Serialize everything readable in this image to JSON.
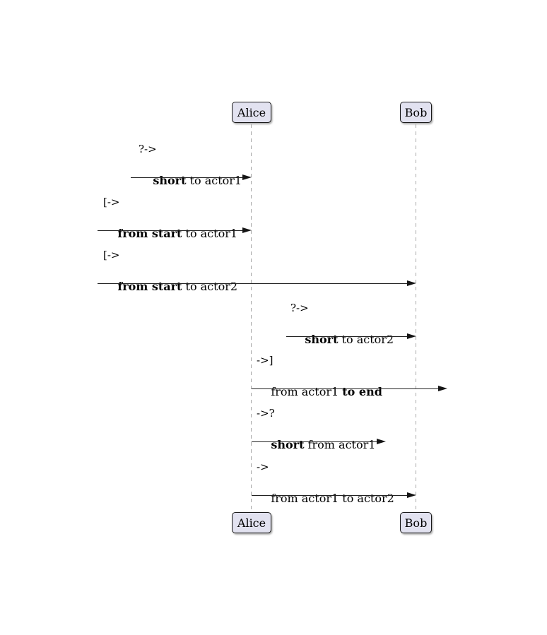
{
  "diagram": {
    "type": "sequence-diagram",
    "actors": [
      {
        "id": "actor1",
        "name": "Alice"
      },
      {
        "id": "actor2",
        "name": "Bob"
      }
    ],
    "messages": [
      {
        "prefix": "?->",
        "segments": [
          {
            "text": "short",
            "bold": true
          },
          {
            "text": " to actor1",
            "bold": false
          }
        ],
        "from": "offscreen-short",
        "to": "actor1"
      },
      {
        "prefix": "[->",
        "segments": [
          {
            "text": "from start",
            "bold": true
          },
          {
            "text": " to actor1",
            "bold": false
          }
        ],
        "from": "start",
        "to": "actor1"
      },
      {
        "prefix": "[->",
        "segments": [
          {
            "text": "from start",
            "bold": true
          },
          {
            "text": " to actor2",
            "bold": false
          }
        ],
        "from": "start",
        "to": "actor2"
      },
      {
        "prefix": "?->",
        "segments": [
          {
            "text": "short",
            "bold": true
          },
          {
            "text": " to actor2",
            "bold": false
          }
        ],
        "from": "offscreen-short",
        "to": "actor2"
      },
      {
        "prefix": "->]",
        "segments": [
          {
            "text": "from actor1 ",
            "bold": false
          },
          {
            "text": "to end",
            "bold": true
          }
        ],
        "from": "actor1",
        "to": "end"
      },
      {
        "prefix": "->?",
        "segments": [
          {
            "text": "short",
            "bold": true
          },
          {
            "text": " from actor1",
            "bold": false
          }
        ],
        "from": "actor1",
        "to": "offscreen-short"
      },
      {
        "prefix": "->",
        "segments": [
          {
            "text": "from actor1 to actor2",
            "bold": false
          }
        ],
        "from": "actor1",
        "to": "actor2"
      }
    ],
    "colors": {
      "background": "#FFFFFF",
      "actor_fill": "#E2E2F0",
      "actor_border": "#181818",
      "lifeline": "#A8A8A8",
      "arrow": "#181818",
      "text": "#000000"
    }
  }
}
